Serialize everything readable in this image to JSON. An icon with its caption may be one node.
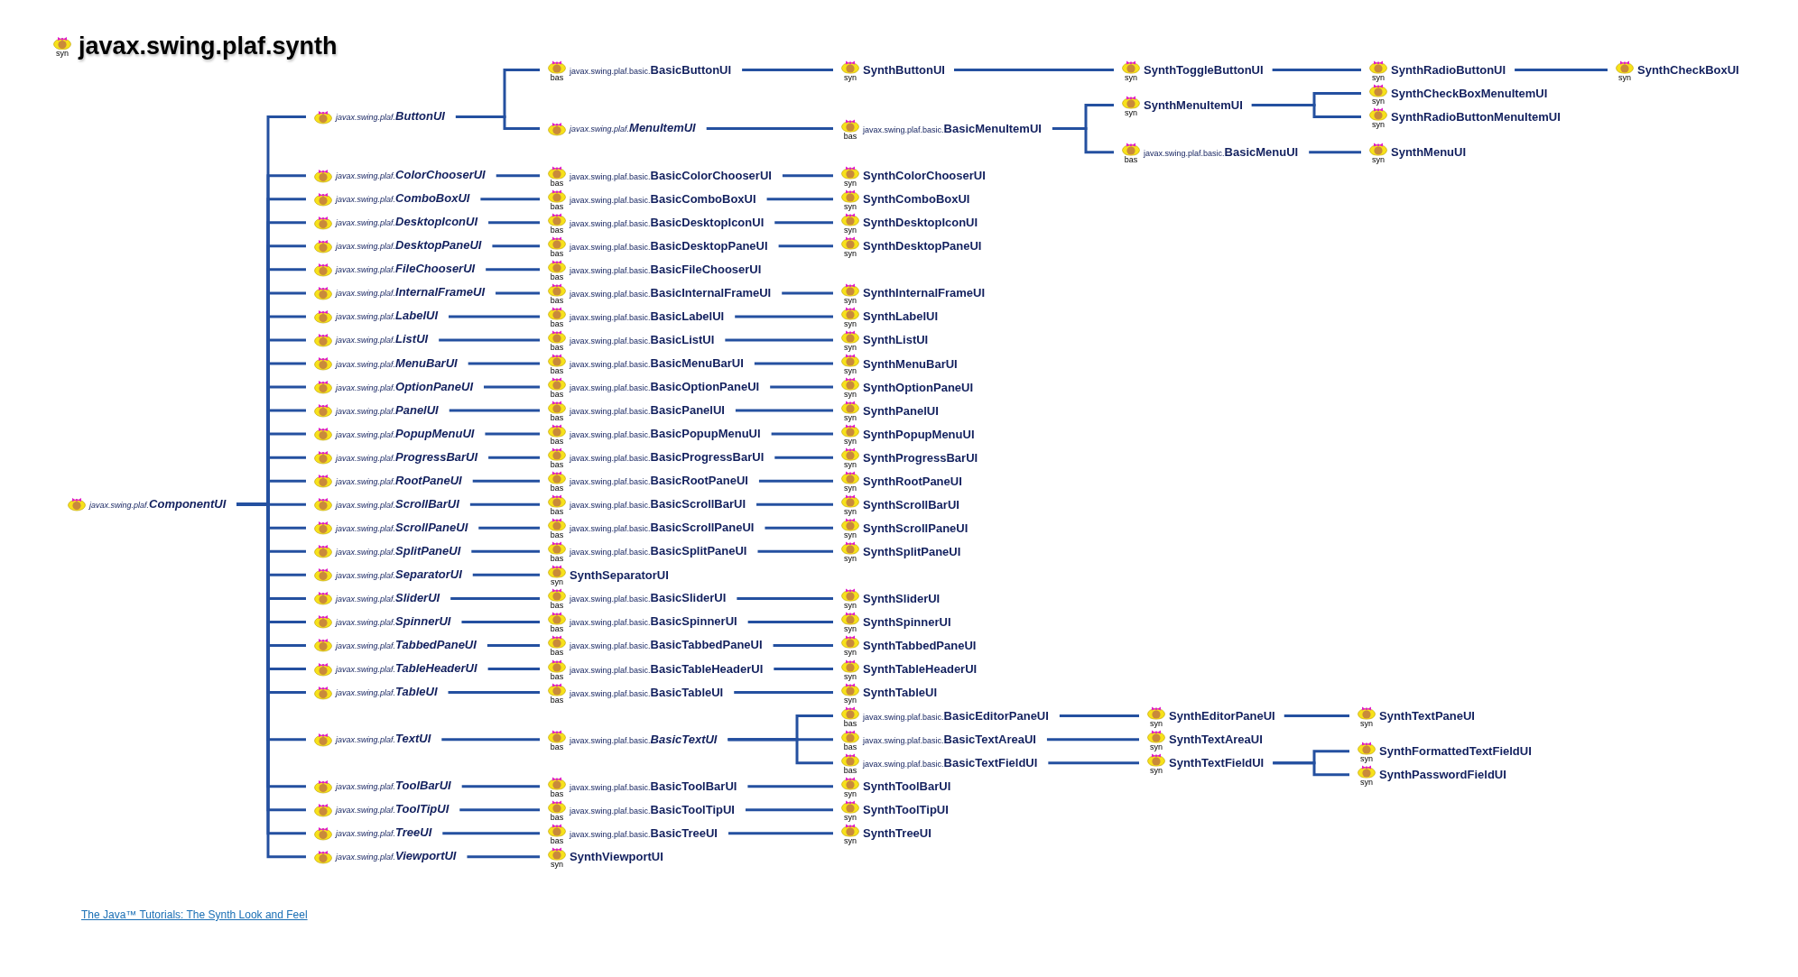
{
  "diagram": {
    "title": "javax.swing.plaf.synth",
    "nodes": [
      {
        "text": [
          "javax.swing.plaf.**ComponentUI**"
        ]
      },
      {
        "text": [
          "javax.swing.plaf.**ButtonUI**"
        ]
      },
      {
        "text": [
          "javax.swing.plaf.**ColorChooserUI**"
        ]
      },
      {
        "text": [
          "javax.swing.plaf.**ComboBoxUI**"
        ]
      },
      {
        "text": [
          "javax.swing.plaf.**DesktopIconUI**"
        ]
      },
      {
        "text": [
          "javax.swing.plaf.**DesktopPaneUI**"
        ]
      },
      {
        "text": [
          "javax.swing.plaf.**FileChooserUI**"
        ]
      },
      {
        "text": [
          "javax.swing.plaf.**InternalFrameUI**"
        ]
      },
      {
        "text": [
          "javax.swing.plaf.**LabelUI**"
        ]
      },
      {
        "text": [
          "javax.swing.plaf.**ListUI**"
        ]
      },
      {
        "text": [
          "javax.swing.plaf.**MenuBarUI**"
        ]
      },
      {
        "text": [
          "javax.swing.plaf.**OptionPaneUI**"
        ]
      },
      {
        "text": [
          "javax.swing.plaf.**PanelUI**"
        ]
      },
      {
        "text": [
          "javax.swing.plaf.**PopupMenuUI**"
        ]
      },
      {
        "text": [
          "javax.swing.plaf.**ProgressBarUI**"
        ]
      },
      {
        "text": [
          "javax.swing.plaf.**RootPaneUI**"
        ]
      },
      {
        "text": [
          "javax.swing.plaf.**ScrollBarUI**"
        ]
      },
      {
        "text": [
          "javax.swing.plaf.**ScrollPaneUI**"
        ]
      },
      {
        "text": [
          "javax.swing.plaf.**SplitPaneUI**"
        ]
      },
      {
        "text": [
          "javax.swing.plaf.**SeparatorUI**"
        ]
      },
      {
        "text": [
          "javax.swing.plaf.**SliderUI**"
        ]
      },
      {
        "text": [
          "javax.swing.plaf.**SpinnerUI**"
        ]
      },
      {
        "text": [
          "javax.swing.plaf.**TabbedPaneUI**"
        ]
      },
      {
        "text": [
          "javax.swing.plaf.**TableHeaderUI**"
        ]
      },
      {
        "text": [
          "javax.swing.plaf.**TableUI**"
        ]
      },
      {
        "text": [
          "javax.swing.plaf.**TextUI**"
        ]
      },
      {
        "text": [
          "javax.swing.plaf.**ToolBarUI**"
        ]
      },
      {
        "text": [
          "javax.swing.plaf.**ToolTipUI**"
        ]
      },
      {
        "text": [
          "javax.swing.plaf.**TreeUI**"
        ]
      },
      {
        "text": [
          "javax.swing.plaf.**ViewportUI**"
        ]
      },
      {
        "text": [
          "javax.swing.plaf.basic.**BasicButtonUI**"
        ],
        "beside": [
          "bas"
        ]
      },
      {
        "text": [
          "javax.swing.plaf.**MenuItemUI**"
        ]
      },
      {
        "text": [
          "javax.swing.plaf.basic.**BasicColorChooserUI**"
        ],
        "beside": [
          "bas"
        ]
      },
      {
        "text": [
          "javax.swing.plaf.basic.**BasicComboBoxUI**"
        ],
        "beside": [
          "bas"
        ]
      },
      {
        "text": [
          "javax.swing.plaf.basic.**BasicDesktopIconUI**"
        ],
        "beside": [
          "bas"
        ]
      },
      {
        "text": [
          "javax.swing.plaf.basic.**BasicDesktopPaneUI**"
        ],
        "beside": [
          "bas"
        ]
      },
      {
        "text": [
          "javax.swing.plaf.basic.**BasicFileChooserUI**"
        ],
        "beside": [
          "bas"
        ]
      },
      {
        "text": [
          "javax.swing.plaf.basic.**BasicInternalFrameUI**"
        ],
        "beside": [
          "bas"
        ]
      },
      {
        "text": [
          "javax.swing.plaf.basic.**BasicLabelUI**"
        ],
        "beside": [
          "bas"
        ]
      },
      {
        "text": [
          "javax.swing.plaf.basic.**BasicListUI**"
        ],
        "beside": [
          "bas"
        ]
      },
      {
        "text": [
          "javax.swing.plaf.basic.**BasicMenuBarUI**"
        ],
        "beside": [
          "bas"
        ]
      },
      {
        "text": [
          "javax.swing.plaf.basic.**BasicOptionPaneUI**"
        ],
        "beside": [
          "bas"
        ]
      },
      {
        "text": [
          "javax.swing.plaf.basic.**BasicPanelUI**"
        ],
        "beside": [
          "bas"
        ]
      },
      {
        "text": [
          "javax.swing.plaf.basic.**BasicPopupMenuUI**"
        ],
        "beside": [
          "bas"
        ]
      },
      {
        "text": [
          "javax.swing.plaf.basic.**BasicProgressBarUI**"
        ],
        "beside": [
          "bas"
        ]
      },
      {
        "text": [
          "javax.swing.plaf.basic.**BasicRootPaneUI**"
        ],
        "beside": [
          "bas"
        ]
      },
      {
        "text": [
          "javax.swing.plaf.basic.**BasicScrollBarUI**"
        ],
        "beside": [
          "bas"
        ]
      },
      {
        "text": [
          "javax.swing.plaf.basic.**BasicScrollPaneUI**"
        ],
        "beside": [
          "bas"
        ]
      },
      {
        "text": [
          "javax.swing.plaf.basic.**BasicSplitPaneUI**"
        ],
        "beside": [
          "bas"
        ]
      },
      {
        "text": [
          "SynthSeparatorUI"
        ],
        "beside": [
          "syn"
        ]
      },
      {
        "text": [
          "javax.swing.plaf.basic.**BasicSliderUI**"
        ],
        "beside": [
          "bas"
        ]
      },
      {
        "text": [
          "javax.swing.plaf.basic.**BasicSpinnerUI**"
        ],
        "beside": [
          "bas"
        ]
      },
      {
        "text": [
          "javax.swing.plaf.basic.**BasicTabbedPaneUI**"
        ],
        "beside": [
          "bas"
        ]
      },
      {
        "text": [
          "javax.swing.plaf.basic.**BasicTableHeaderUI**"
        ],
        "beside": [
          "bas"
        ]
      },
      {
        "text": [
          "javax.swing.plaf.basic.**BasicTableUI**"
        ],
        "beside": [
          "bas"
        ]
      },
      {
        "text": [
          "javax.swing.plaf.basic.*BasicTextUI*"
        ],
        "beside": [
          "bas"
        ]
      },
      {
        "text": [
          "javax.swing.plaf.basic.**BasicToolBarUI**"
        ],
        "beside": [
          "bas"
        ]
      },
      {
        "text": [
          "javax.swing.plaf.basic.**BasicToolTipUI**"
        ],
        "beside": [
          "bas"
        ]
      },
      {
        "text": [
          "javax.swing.plaf.basic.**BasicTreeUI**"
        ],
        "beside": [
          "bas"
        ]
      },
      {
        "text": [
          "SynthViewportUI"
        ],
        "beside": [
          "syn"
        ]
      },
      {
        "text": [
          "SynthButtonUI"
        ],
        "beside": [
          "syn"
        ]
      },
      {
        "text": [
          "javax.swing.plaf.basic.**BasicMenuItemUI**"
        ],
        "beside": [
          "bas"
        ]
      },
      {
        "text": [
          "SynthColorChooserUI"
        ],
        "beside": [
          "syn"
        ]
      },
      {
        "text": [
          "SynthComboBoxUI"
        ],
        "beside": [
          "syn"
        ]
      },
      {
        "text": [
          "SynthDesktopIconUI"
        ],
        "beside": [
          "syn"
        ]
      },
      {
        "text": [
          "SynthDesktopPaneUI"
        ],
        "beside": [
          "syn"
        ]
      },
      {
        "text": [
          "SynthInternalFrameUI"
        ],
        "beside": [
          "syn"
        ]
      },
      {
        "text": [
          "SynthLabelUI"
        ],
        "beside": [
          "syn"
        ]
      },
      {
        "text": [
          "SynthListUI"
        ],
        "beside": [
          "syn"
        ]
      },
      {
        "text": [
          "SynthMenuBarUI"
        ],
        "beside": [
          "syn"
        ]
      },
      {
        "text": [
          "SynthOptionPaneUI"
        ],
        "beside": [
          "syn"
        ]
      },
      {
        "text": [
          "SynthPanelUI"
        ],
        "beside": [
          "syn"
        ]
      },
      {
        "text": [
          "SynthPopupMenuUI"
        ],
        "beside": [
          "syn"
        ]
      },
      {
        "text": [
          "SynthProgressBarUI"
        ],
        "beside": [
          "syn"
        ]
      },
      {
        "text": [
          "SynthRootPaneUI"
        ],
        "beside": [
          "syn"
        ]
      },
      {
        "text": [
          "SynthScrollBarUI"
        ],
        "beside": [
          "syn"
        ]
      },
      {
        "text": [
          "SynthScrollPaneUI"
        ],
        "beside": [
          "syn"
        ]
      },
      {
        "text": [
          "SynthSplitPaneUI"
        ],
        "beside": [
          "syn"
        ]
      },
      {
        "text": [
          "SynthSliderUI"
        ],
        "beside": [
          "syn"
        ]
      },
      {
        "text": [
          "SynthSpinnerUI"
        ],
        "beside": [
          "syn"
        ]
      },
      {
        "text": [
          "SynthTabbedPaneUI"
        ],
        "beside": [
          "syn"
        ]
      },
      {
        "text": [
          "SynthTableHeaderUI"
        ],
        "beside": [
          "syn"
        ]
      },
      {
        "text": [
          "SynthTableUI"
        ],
        "beside": [
          "syn"
        ]
      },
      {
        "text": [
          "javax.swing.plaf.basic.**BasicEditorPaneUI**"
        ],
        "beside": [
          "bas"
        ]
      },
      {
        "text": [
          "javax.swing.plaf.basic.**BasicTextAreaUI**"
        ],
        "beside": [
          "bas"
        ]
      },
      {
        "text": [
          "javax.swing.plaf.basic.**BasicTextFieldUI**"
        ],
        "beside": [
          "bas"
        ]
      },
      {
        "text": [
          "SynthToolBarUI"
        ],
        "beside": [
          "syn"
        ]
      },
      {
        "text": [
          "SynthToolTipUI"
        ],
        "beside": [
          "syn"
        ]
      },
      {
        "text": [
          "SynthTreeUI"
        ],
        "beside": [
          "syn"
        ]
      },
      {
        "text": [
          "SynthToggleButtonUI"
        ],
        "beside": [
          "syn"
        ]
      },
      {
        "text": [
          "SynthMenuItemUI"
        ],
        "beside": [
          "syn"
        ]
      },
      {
        "text": [
          "javax.swing.plaf.basic.**BasicMenuUI**"
        ],
        "beside": [
          "bas"
        ]
      },
      {
        "text": [
          "SynthEditorPaneUI"
        ],
        "beside": [
          "syn"
        ]
      },
      {
        "text": [
          "SynthTextAreaUI"
        ],
        "beside": [
          "syn"
        ]
      },
      {
        "text": [
          "SynthTextFieldUI"
        ],
        "beside": [
          "syn"
        ]
      },
      {
        "text": [
          "SynthRadioButtonUI"
        ],
        "beside": [
          "syn"
        ]
      },
      {
        "text": [
          "SynthCheckBoxMenuItemUI"
        ],
        "beside": [
          "syn"
        ]
      },
      {
        "text": [
          "SynthRadioButtonMenuItemUI"
        ],
        "beside": [
          "syn"
        ]
      },
      {
        "text": [
          "SynthMenuUI"
        ],
        "beside": [
          "syn"
        ]
      },
      {
        "text": [
          "SynthTextPaneUI"
        ],
        "beside": [
          "syn"
        ]
      },
      {
        "text": [
          "SynthFormattedTextFieldUI"
        ],
        "beside": [
          "syn"
        ]
      },
      {
        "text": [
          "SynthPasswordFieldUI"
        ],
        "beside": [
          "syn"
        ]
      },
      {
        "text": [
          "SynthCheckBoxUI"
        ],
        "beside": [
          "syn"
        ]
      }
    ],
    "edges": [
      {
        "from": 0,
        "to": 1,
        "arrow": "none"
      },
      {
        "from": 0,
        "to": 2,
        "arrow": "none"
      },
      {
        "from": 0,
        "to": 3,
        "arrow": "none"
      },
      {
        "from": 0,
        "to": 4,
        "arrow": "none"
      },
      {
        "from": 0,
        "to": 5,
        "arrow": "none"
      },
      {
        "from": 0,
        "to": 6,
        "arrow": "none"
      },
      {
        "from": 0,
        "to": 7,
        "arrow": "none"
      },
      {
        "from": 0,
        "to": 8,
        "arrow": "none"
      },
      {
        "from": 0,
        "to": 9,
        "arrow": "none"
      },
      {
        "from": 0,
        "to": 10,
        "arrow": "none"
      },
      {
        "from": 0,
        "to": 11,
        "arrow": "none"
      },
      {
        "from": 0,
        "to": 12,
        "arrow": "none"
      },
      {
        "from": 0,
        "to": 13,
        "arrow": "none"
      },
      {
        "from": 0,
        "to": 14,
        "arrow": "none"
      },
      {
        "from": 0,
        "to": 15,
        "arrow": "none"
      },
      {
        "from": 0,
        "to": 16,
        "arrow": "none"
      },
      {
        "from": 0,
        "to": 17,
        "arrow": "none"
      },
      {
        "from": 0,
        "to": 18,
        "arrow": "none"
      },
      {
        "from": 0,
        "to": 19,
        "arrow": "none"
      },
      {
        "from": 0,
        "to": 20,
        "arrow": "none"
      },
      {
        "from": 0,
        "to": 21,
        "arrow": "none"
      },
      {
        "from": 0,
        "to": 22,
        "arrow": "none"
      },
      {
        "from": 0,
        "to": 23,
        "arrow": "none"
      },
      {
        "from": 0,
        "to": 24,
        "arrow": "none"
      },
      {
        "from": 0,
        "to": 25,
        "arrow": "none"
      },
      {
        "from": 0,
        "to": 26,
        "arrow": "none"
      },
      {
        "from": 0,
        "to": 27,
        "arrow": "none"
      },
      {
        "from": 0,
        "to": 28,
        "arrow": "none"
      },
      {
        "from": 0,
        "to": 29,
        "arrow": "none"
      },
      {
        "from": 1,
        "to": 30,
        "arrow": "none"
      },
      {
        "from": 1,
        "to": 31,
        "arrow": "none"
      },
      {
        "from": 2,
        "to": 32,
        "arrow": "none"
      },
      {
        "from": 3,
        "to": 33,
        "arrow": "none"
      },
      {
        "from": 4,
        "to": 34,
        "arrow": "none"
      },
      {
        "from": 5,
        "to": 35,
        "arrow": "none"
      },
      {
        "from": 6,
        "to": 36,
        "arrow": "none"
      },
      {
        "from": 7,
        "to": 37,
        "arrow": "none"
      },
      {
        "from": 8,
        "to": 38,
        "arrow": "none"
      },
      {
        "from": 9,
        "to": 39,
        "arrow": "none"
      },
      {
        "from": 10,
        "to": 40,
        "arrow": "none"
      },
      {
        "from": 11,
        "to": 41,
        "arrow": "none"
      },
      {
        "from": 12,
        "to": 42,
        "arrow": "none"
      },
      {
        "from": 13,
        "to": 43,
        "arrow": "none"
      },
      {
        "from": 14,
        "to": 44,
        "arrow": "none"
      },
      {
        "from": 15,
        "to": 45,
        "arrow": "none"
      },
      {
        "from": 16,
        "to": 46,
        "arrow": "none"
      },
      {
        "from": 17,
        "to": 47,
        "arrow": "none"
      },
      {
        "from": 18,
        "to": 48,
        "arrow": "none"
      },
      {
        "from": 19,
        "to": 49,
        "arrow": "none"
      },
      {
        "from": 20,
        "to": 50,
        "arrow": "none"
      },
      {
        "from": 21,
        "to": 51,
        "arrow": "none"
      },
      {
        "from": 22,
        "to": 52,
        "arrow": "none"
      },
      {
        "from": 23,
        "to": 53,
        "arrow": "none"
      },
      {
        "from": 24,
        "to": 54,
        "arrow": "none"
      },
      {
        "from": 25,
        "to": 55,
        "arrow": "none"
      },
      {
        "from": 26,
        "to": 56,
        "arrow": "none"
      },
      {
        "from": 27,
        "to": 57,
        "arrow": "none"
      },
      {
        "from": 28,
        "to": 58,
        "arrow": "none"
      },
      {
        "from": 29,
        "to": 59,
        "arrow": "none"
      },
      {
        "from": 30,
        "to": 60,
        "arrow": "none"
      },
      {
        "from": 31,
        "to": 61,
        "arrow": "none"
      },
      {
        "from": 32,
        "to": 62,
        "arrow": "none"
      },
      {
        "from": 33,
        "to": 63,
        "arrow": "none"
      },
      {
        "from": 34,
        "to": 64,
        "arrow": "none"
      },
      {
        "from": 35,
        "to": 65,
        "arrow": "none"
      },
      {
        "from": 37,
        "to": 66,
        "arrow": "none"
      },
      {
        "from": 38,
        "to": 67,
        "arrow": "none"
      },
      {
        "from": 39,
        "to": 68,
        "arrow": "none"
      },
      {
        "from": 40,
        "to": 69,
        "arrow": "none"
      },
      {
        "from": 41,
        "to": 70,
        "arrow": "none"
      },
      {
        "from": 42,
        "to": 71,
        "arrow": "none"
      },
      {
        "from": 43,
        "to": 72,
        "arrow": "none"
      },
      {
        "from": 44,
        "to": 73,
        "arrow": "none"
      },
      {
        "from": 45,
        "to": 74,
        "arrow": "none"
      },
      {
        "from": 46,
        "to": 75,
        "arrow": "none"
      },
      {
        "from": 47,
        "to": 76,
        "arrow": "none"
      },
      {
        "from": 48,
        "to": 77,
        "arrow": "none"
      },
      {
        "from": 50,
        "to": 78,
        "arrow": "none"
      },
      {
        "from": 51,
        "to": 79,
        "arrow": "none"
      },
      {
        "from": 52,
        "to": 80,
        "arrow": "none"
      },
      {
        "from": 53,
        "to": 81,
        "arrow": "none"
      },
      {
        "from": 54,
        "to": 82,
        "arrow": "none"
      },
      {
        "from": 55,
        "to": 83,
        "arrow": "none"
      },
      {
        "from": 55,
        "to": 84,
        "arrow": "none"
      },
      {
        "from": 55,
        "to": 85,
        "arrow": "none"
      },
      {
        "from": 56,
        "to": 86,
        "arrow": "none"
      },
      {
        "from": 57,
        "to": 87,
        "arrow": "none"
      },
      {
        "from": 58,
        "to": 88,
        "arrow": "none"
      },
      {
        "from": 60,
        "to": 89,
        "arrow": "none"
      },
      {
        "from": 61,
        "to": 90,
        "arrow": "none"
      },
      {
        "from": 61,
        "to": 91,
        "arrow": "none"
      },
      {
        "from": 83,
        "to": 92,
        "arrow": "none"
      },
      {
        "from": 84,
        "to": 93,
        "arrow": "none"
      },
      {
        "from": 85,
        "to": 94,
        "arrow": "none"
      },
      {
        "from": 89,
        "to": 95,
        "arrow": "none"
      },
      {
        "from": 90,
        "to": 96,
        "arrow": "none"
      },
      {
        "from": 90,
        "to": 97,
        "arrow": "none"
      },
      {
        "from": 91,
        "to": 98,
        "arrow": "none"
      },
      {
        "from": 92,
        "to": 99,
        "arrow": "none"
      },
      {
        "from": 94,
        "to": 100,
        "arrow": "none"
      },
      {
        "from": 94,
        "to": 101,
        "arrow": "none"
      },
      {
        "from": 95,
        "to": 102,
        "arrow": "none"
      }
    ],
    "labels": [
      "syn",
      "The Java™ Tutorials: The Synth Look and Feel"
    ]
  }
}
